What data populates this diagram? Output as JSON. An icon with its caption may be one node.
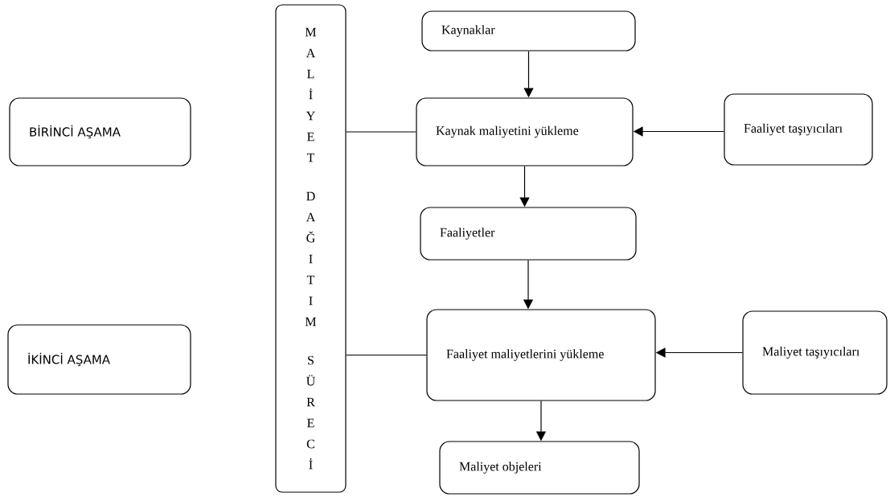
{
  "diagram": {
    "nodes": [
      {
        "text": [
          "BİRİNCİ AŞAMA"
        ]
      },
      {
        "text": [
          "İKİNCİ AŞAMA"
        ]
      },
      {
        "text": [
          "MALİYET DAĞITIM SÜRECİ"
        ]
      },
      {
        "text": [
          "Kaynaklar"
        ]
      },
      {
        "text": [
          "Kaynak maliyetini yükleme"
        ]
      },
      {
        "text": [
          "Faaliyet taşıyıcıları"
        ]
      },
      {
        "text": [
          "Faaliyetler"
        ]
      },
      {
        "text": [
          "Faaliyet maliyetlerini yükleme"
        ]
      },
      {
        "text": [
          "Maliyet taşıyıcıları"
        ]
      },
      {
        "text": [
          "Maliyet objeleri"
        ]
      }
    ],
    "edges": [
      {
        "from": 3,
        "to": 4,
        "arrow": "to"
      },
      {
        "from": 2,
        "to": 4,
        "arrow": "none"
      },
      {
        "from": 5,
        "to": 4,
        "arrow": "to"
      },
      {
        "from": 4,
        "to": 6,
        "arrow": "to"
      },
      {
        "from": 6,
        "to": 7,
        "arrow": "to"
      },
      {
        "from": 2,
        "to": 7,
        "arrow": "none"
      },
      {
        "from": 8,
        "to": 7,
        "arrow": "to"
      },
      {
        "from": 7,
        "to": 9,
        "arrow": "to"
      }
    ]
  }
}
